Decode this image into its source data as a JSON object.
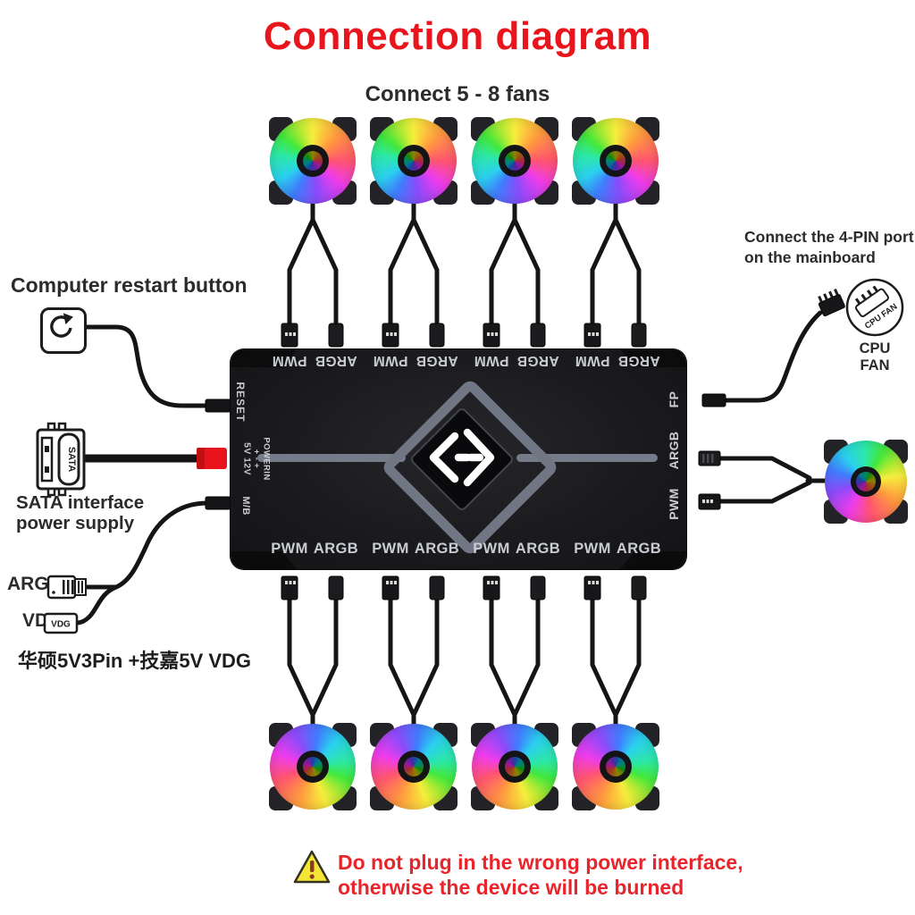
{
  "title": "Connection diagram",
  "subtitle": "Connect 5 - 8 fans",
  "colors": {
    "title_red": "#e8151c",
    "warning_red": "#e8252b",
    "hub_body": "#1b1b1e",
    "trace_gray": "#747b89",
    "power_plug_red": "#e8131b"
  },
  "hub": {
    "top_ports": [
      "PWM",
      "ARGB",
      "PWM",
      "ARGB",
      "PWM",
      "ARGB",
      "PWM",
      "ARGB"
    ],
    "bottom_ports": [
      "PWM",
      "ARGB",
      "PWM",
      "ARGB",
      "PWM",
      "ARGB",
      "PWM",
      "ARGB"
    ],
    "left_ports": {
      "reset": "RESET",
      "powerin": "POWERIN",
      "polarity": "+ - +",
      "voltage": "5V 12V",
      "mb": "M/B"
    },
    "right_ports": {
      "fp": "FP",
      "argb": "ARGB",
      "pwm": "PWM"
    }
  },
  "left": {
    "restart_label": "Computer restart button",
    "sata_connector_text": "SATA",
    "sata_caption_line1": "SATA interface",
    "sata_caption_line2": "power supply",
    "argb_label": "ARGB",
    "vdg_label": "VDG",
    "vdg_connector_text": "VDG",
    "compat_note": "华硕5V3Pin +技嘉5V VDG"
  },
  "right": {
    "mainboard_line1": "Connect the 4-PIN port",
    "mainboard_line2": "on the mainboard",
    "cpu_fan_icon_text": "CPU FAN",
    "cpu_fan_label": "CPU FAN"
  },
  "warning": {
    "line1": "Do not plug in the wrong power interface,",
    "line2": "otherwise the device will be burned"
  }
}
